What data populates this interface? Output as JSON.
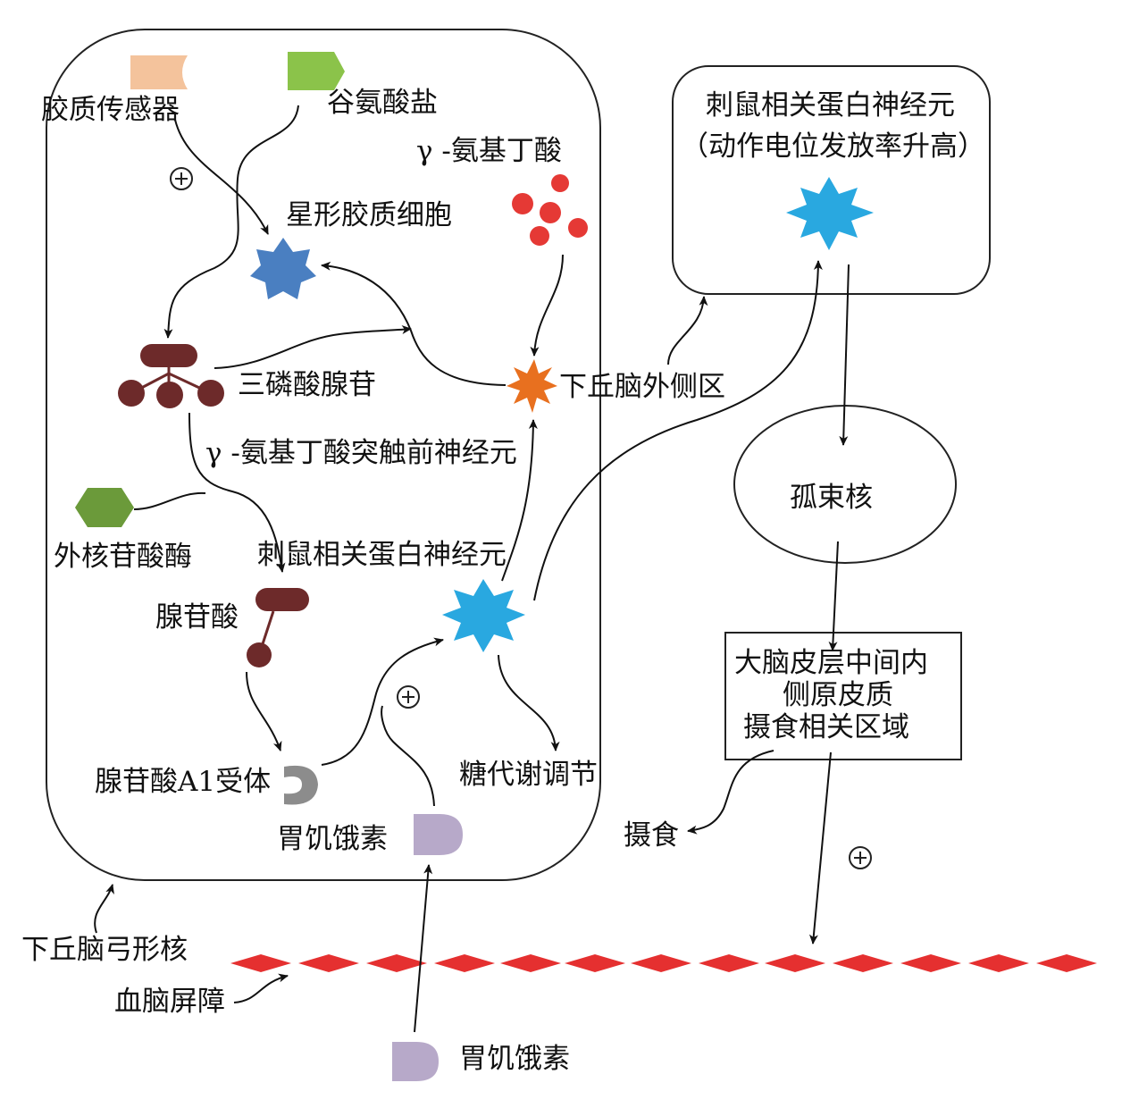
{
  "labels": {
    "glial_sensor": "胶质传感器",
    "glutamate": "谷氨酸盐",
    "gaba": "γ -氨基丁酸",
    "astrocyte": "星形胶质细胞",
    "atp": "三磷酸腺苷",
    "lateral_hypothalamus": "下丘脑外侧区",
    "gaba_presynaptic": "γ -氨基丁酸突触前神经元",
    "ectonucleotidase": "外核苷酸酶",
    "agrp_neuron": "刺鼠相关蛋白神经元",
    "adenosine": "腺苷酸",
    "a1_receptor": "腺苷酸A1受体",
    "glucose_metabolism": "糖代谢调节",
    "ghrelin_inside": "胃饥饿素",
    "arcuate_nucleus": "下丘脑弓形核",
    "blood_brain_barrier": "血脑屏障",
    "ghrelin_outside": "胃饥饿素",
    "feeding": "摄食"
  },
  "agrp_box": {
    "line1": "刺鼠相关蛋白神经元",
    "line2": "（动作电位发放率升高）"
  },
  "nts": "孤束核",
  "cortex_box": {
    "line1": "大脑皮层中间内",
    "line2": "侧原皮质",
    "line3": "摄食相关区域"
  },
  "colors": {
    "sensor": "#f4c39c",
    "glutamate": "#8bc34a",
    "gaba_dots": "#e53935",
    "astrocyte": "#4a7fc1",
    "atp": "#6d2a2a",
    "lh_star": "#e8701f",
    "ectonucleotidase": "#6b9a3a",
    "agrp_star": "#29a8e0",
    "receptor": "#8c8c8c",
    "ghrelin": "#b7a9c9",
    "bbb": "#e53030"
  },
  "icons": [
    "plus-circle-icon",
    "star-burst-icon",
    "hexagon-icon",
    "arrow-icon"
  ]
}
